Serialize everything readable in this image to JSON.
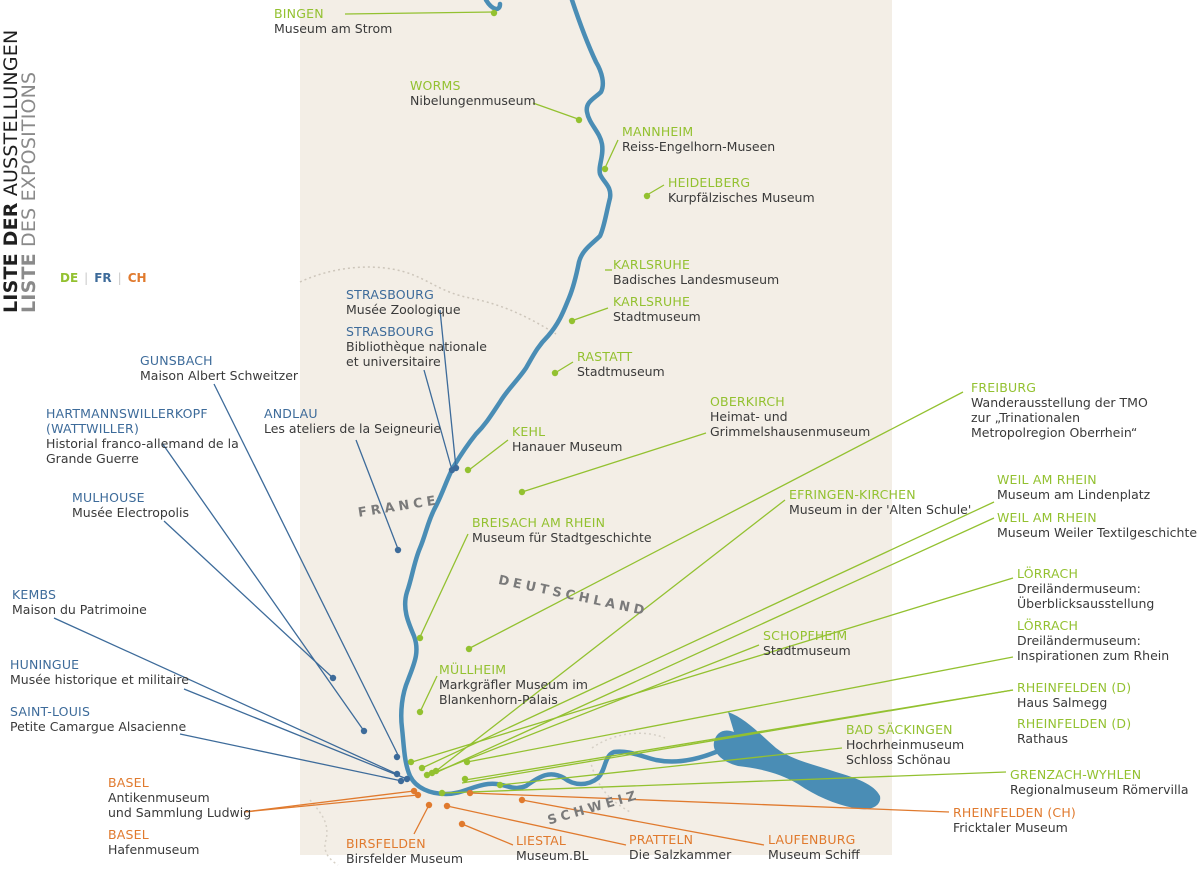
{
  "title": {
    "de_bold": "LISTE DER",
    "de_rest": " AUSSTELLUNGEN",
    "fr_bold": "LISTE",
    "fr_rest": " DES EXPOSITIONS"
  },
  "legend": {
    "de": "DE",
    "fr": "FR",
    "ch": "CH",
    "separator": "|"
  },
  "colors": {
    "de": "#93c130",
    "fr": "#3d6b9a",
    "ch": "#e07a2e",
    "river": "#4a8db5",
    "land": "#f3eee6",
    "border": "#c8c2b8"
  },
  "countries": {
    "france": "FRANCE",
    "germany": "DEUTSCHLAND",
    "switzerland": "SCHWEIZ"
  },
  "locations": [
    {
      "country": "de",
      "city": "BINGEN",
      "name": "Museum am Strom"
    },
    {
      "country": "de",
      "city": "WORMS",
      "name": "Nibelungenmuseum"
    },
    {
      "country": "de",
      "city": "MANNHEIM",
      "name": "Reiss-Engelhorn-Museen"
    },
    {
      "country": "de",
      "city": "HEIDELBERG",
      "name": "Kurpfälzisches Museum"
    },
    {
      "country": "de",
      "city": "KARLSRUHE",
      "name": "Badisches Landesmuseum"
    },
    {
      "country": "de",
      "city": "KARLSRUHE",
      "name": "Stadtmuseum"
    },
    {
      "country": "de",
      "city": "RASTATT",
      "name": "Stadtmuseum"
    },
    {
      "country": "de",
      "city": "OBERKIRCH",
      "name": "Heimat- und\nGrimmelshausenmuseum"
    },
    {
      "country": "de",
      "city": "KEHL",
      "name": "Hanauer Museum"
    },
    {
      "country": "de",
      "city": "FREIBURG",
      "name": "Wanderausstellung der TMO\nzur „Trinationalen\nMetropolregion Oberrhein“"
    },
    {
      "country": "de",
      "city": "WEIL AM RHEIN",
      "name": "Museum am Lindenplatz"
    },
    {
      "country": "de",
      "city": "EFRINGEN-KIRCHEN",
      "name": "Museum in der 'Alten Schule'"
    },
    {
      "country": "de",
      "city": "WEIL AM RHEIN",
      "name": "Museum Weiler Textilgeschichte"
    },
    {
      "country": "de",
      "city": "BREISACH AM RHEIN",
      "name": "Museum für Stadtgeschichte"
    },
    {
      "country": "de",
      "city": "LÖRRACH",
      "name": "Dreiländermuseum:\nÜberblicksausstellung"
    },
    {
      "country": "de",
      "city": "LÖRRACH",
      "name": "Dreiländermuseum:\nInspirationen zum Rhein"
    },
    {
      "country": "de",
      "city": "SCHOPFHEIM",
      "name": "Stadtmuseum"
    },
    {
      "country": "de",
      "city": "MÜLLHEIM",
      "name": "Markgräfler Museum im\nBlankenhorn-Palais"
    },
    {
      "country": "de",
      "city": "RHEINFELDEN (D)",
      "name": "Haus Salmegg"
    },
    {
      "country": "de",
      "city": "RHEINFELDEN (D)",
      "name": "Rathaus"
    },
    {
      "country": "de",
      "city": "BAD SÄCKINGEN",
      "name": "Hochrheinmuseum\nSchloss Schönau"
    },
    {
      "country": "de",
      "city": "GRENZACH-WYHLEN",
      "name": "Regionalmuseum Römervilla"
    },
    {
      "country": "fr",
      "city": "STRASBOURG",
      "name": "Musée Zoologique"
    },
    {
      "country": "fr",
      "city": "STRASBOURG",
      "name": "Bibliothèque nationale\net universitaire"
    },
    {
      "country": "fr",
      "city": "GUNSBACH",
      "name": "Maison Albert Schweitzer"
    },
    {
      "country": "fr",
      "city": "HARTMANNSWILLERKOPF\n(WATTWILLER)",
      "name": "Historial franco-allemand de la\nGrande Guerre"
    },
    {
      "country": "fr",
      "city": "ANDLAU",
      "name": "Les ateliers de la Seigneurie"
    },
    {
      "country": "fr",
      "city": "MULHOUSE",
      "name": "Musée Electropolis"
    },
    {
      "country": "fr",
      "city": "KEMBS",
      "name": "Maison du Patrimoine"
    },
    {
      "country": "fr",
      "city": "HUNINGUE",
      "name": "Musée historique et militaire"
    },
    {
      "country": "fr",
      "city": "SAINT-LOUIS",
      "name": "Petite Camargue Alsacienne"
    },
    {
      "country": "ch",
      "city": "BASEL",
      "name": "Antikenmuseum\nund Sammlung Ludwig"
    },
    {
      "country": "ch",
      "city": "BASEL",
      "name": "Hafenmuseum"
    },
    {
      "country": "ch",
      "city": "BIRSFELDEN",
      "name": "Birsfelder Museum"
    },
    {
      "country": "ch",
      "city": "LIESTAL",
      "name": "Museum.BL"
    },
    {
      "country": "ch",
      "city": "PRATTELN",
      "name": "Die Salzkammer"
    },
    {
      "country": "ch",
      "city": "LAUFENBURG",
      "name": "Museum Schiff"
    },
    {
      "country": "ch",
      "city": "RHEINFELDEN (CH)",
      "name": "Fricktaler Museum"
    }
  ]
}
